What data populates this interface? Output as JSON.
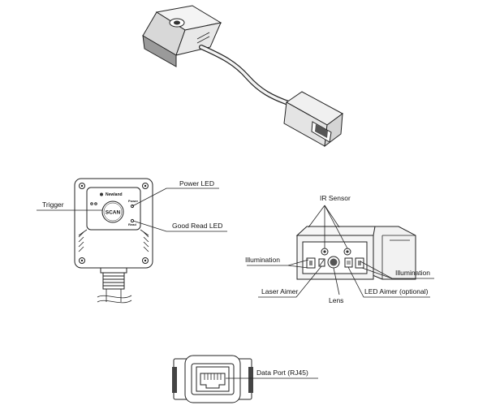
{
  "top_view": {},
  "front_view": {
    "brand": "Newland",
    "button_text": "SCAN",
    "power_led_mark": "Power",
    "good_read_led_mark": "Read",
    "labels": {
      "power_led": "Power LED",
      "trigger": "Trigger",
      "good_read_led": "Good Read LED"
    }
  },
  "scan_window_view": {
    "labels": {
      "ir_sensor": "IR Sensor",
      "illumination_left": "Illumination",
      "illumination_right": "Illumination",
      "laser_aimer": "Laser Aimer",
      "led_aimer": "LED Aimer (optional)",
      "lens": "Lens"
    }
  },
  "connector_view": {
    "labels": {
      "data_port": "Data Port (RJ45)"
    }
  }
}
